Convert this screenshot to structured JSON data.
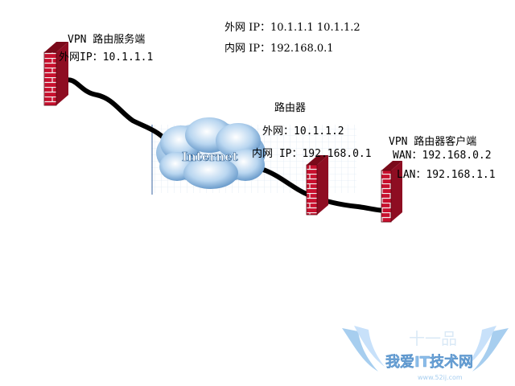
{
  "info": {
    "outer_ip": "外网 IP：10.1.1.1 10.1.1.2",
    "inner_ip": "内网 IP：192.168.0.1"
  },
  "vpn_server": {
    "title": "VPN 路由服务端",
    "outer_ip": "外网IP：10.1.1.1"
  },
  "router": {
    "title": "路由器",
    "outer_ip": "外网：10.1.1.2",
    "inner_ip": "内网 IP：192.168.0.1"
  },
  "vpn_client": {
    "title": "VPN 路由器客户端",
    "wan": "WAN：192.168.0.2",
    "lan": "LAN：192.168.1.1"
  },
  "cloud": {
    "label": "Internet"
  },
  "watermark": {
    "text": "我爱IT技术网",
    "url": "www.52ij.com"
  },
  "colors": {
    "brick": "#c8102e",
    "brick_dark": "#7a0a1a",
    "mortar": "#f2f2f2",
    "cable": "#000000",
    "cloud_light": "#e8f2fb",
    "cloud_dark": "#6a9fcf",
    "watermark": "#9ec9ee"
  }
}
